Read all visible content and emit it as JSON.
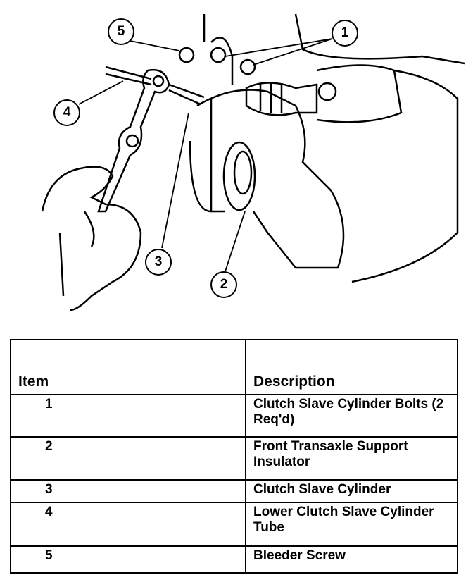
{
  "callouts": [
    "1",
    "2",
    "3",
    "4",
    "5"
  ],
  "table": {
    "headers": {
      "item": "Item",
      "description": "Description"
    },
    "rows": [
      {
        "item": "1",
        "description": "Clutch Slave Cylinder Bolts (2 Req'd)"
      },
      {
        "item": "2",
        "description": "Front Transaxle Support Insulator"
      },
      {
        "item": "3",
        "description": "Clutch Slave Cylinder"
      },
      {
        "item": "4",
        "description": "Lower Clutch Slave Cylinder Tube"
      },
      {
        "item": "5",
        "description": "Bleeder Screw"
      }
    ]
  }
}
